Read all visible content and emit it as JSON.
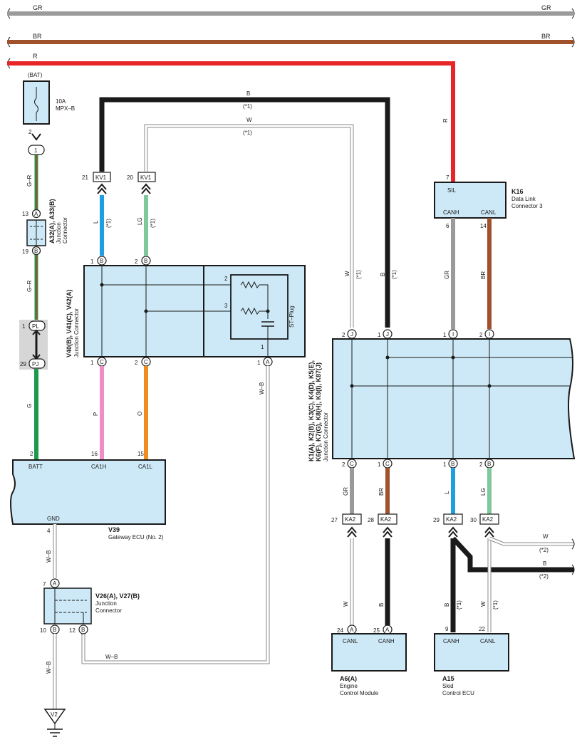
{
  "wire_colors": {
    "GR": "#9a9a9a",
    "BR": "#a0522d",
    "R": "#e8262a",
    "B": "#1a1a1a",
    "W": "#ffffff",
    "L": "#1ea0e0",
    "LG": "#7ec89a",
    "G": "#1a9a4a",
    "P": "#f08cc8",
    "O": "#f08c1e",
    "G-R": "#1a9a4a",
    "W-B": "#ffffff"
  },
  "bus_wires": [
    {
      "color_left": "GR",
      "color_right": "GR"
    },
    {
      "color_left": "BR",
      "color_right": "BR"
    },
    {
      "color_left": "R"
    }
  ],
  "wire_labels": {
    "r_vertical": "R",
    "b_top": "B",
    "b_top_note": "(*1)",
    "w_top": "W",
    "w_top_note": "(*1)",
    "l_kv1": "L",
    "l_kv1_note": "(*1)",
    "lg_kv1": "LG",
    "lg_kv1_note": "(*1)",
    "w_right": "W",
    "w_right_note": "(*1)",
    "b_right": "B",
    "b_right_note": "(*1)",
    "gr_k16": "GR",
    "br_k16": "BR",
    "g_r_top": "G–R",
    "g_r_mid": "G–R",
    "g_bottom": "G",
    "p_label": "P",
    "o_label": "O",
    "w_b_a": "W–B",
    "w_b_gnd": "W–B",
    "w_b_bottom": "W–B",
    "w_b_v2": "W–B",
    "gr_ka2": "GR",
    "br_ka2": "BR",
    "l_ka2": "L",
    "lg_ka2": "LG",
    "w_a6": "W",
    "b_a6": "B",
    "b_a15": "B",
    "b_a15_note": "(*1)",
    "w_a15": "W",
    "w_a15_note": "(*1)",
    "w_branch": "W",
    "w_branch_note": "(*2)",
    "b_branch": "B",
    "b_branch_note": "(*2)"
  },
  "fuse": {
    "bat": "(BAT)",
    "rating": "10A",
    "name": "MPX–B",
    "pin": "2",
    "conn": "1"
  },
  "junction_a32": {
    "pin_top": "13",
    "pin_top_letter": "A",
    "pin_bottom": "19",
    "pin_bottom_letter": "B",
    "id": "A32(A), A33(B)",
    "name": "Junction",
    "name2": "Connector"
  },
  "pl_pj": {
    "top_pin": "1",
    "top_letter": "PL",
    "bottom_pin": "29",
    "bottom_letter": "PJ"
  },
  "kv1_left": {
    "pin": "21",
    "label": "KV1"
  },
  "kv1_right": {
    "pin": "20",
    "label": "KV1"
  },
  "junction_v40": {
    "id": "V40(B), V41(C), V42(A)",
    "name": "Junction Connector",
    "pin_b1": "1",
    "pin_b1_letter": "B",
    "pin_b2": "2",
    "pin_b2_letter": "B",
    "pin_c1": "1",
    "pin_c1_letter": "C",
    "pin_c2": "2",
    "pin_c2_letter": "C",
    "pin_a1": "1",
    "pin_a1_letter": "A",
    "st_plug": "ST–Plug",
    "res_pin_2": "2",
    "res_pin_3": "3",
    "res_pin_1": "1"
  },
  "gateway": {
    "id": "V39",
    "name": "Gateway ECU (No. 2)",
    "batt": "BATT",
    "batt_pin": "2",
    "ca1h": "CA1H",
    "ca1h_pin": "16",
    "ca1l": "CA1L",
    "ca1l_pin": "15",
    "gnd": "GND",
    "gnd_pin": "4"
  },
  "junction_v26": {
    "id": "V26(A), V27(B)",
    "name": "Junction",
    "name2": "Connector",
    "pin_top": "7",
    "pin_top_letter": "A",
    "pin_bl": "10",
    "pin_bl_letter": "B",
    "pin_br": "12",
    "pin_br_letter": "B"
  },
  "ground": {
    "label": "V2"
  },
  "k16": {
    "id": "K16",
    "name": "Data Link",
    "name2": "Connector 3",
    "sil": "SIL",
    "sil_pin": "7",
    "canh": "CANH",
    "canh_pin": "6",
    "canl": "CANL",
    "canl_pin": "14"
  },
  "junction_k1": {
    "id": "K1(A), K2(B), K3(C), K4(D), K5(E),",
    "id2": "K6(F), K7(G), K8(H), K9(I), K87(J)",
    "name": "Junction Connector",
    "top_pins": [
      {
        "pin": "2",
        "letter": "J"
      },
      {
        "pin": "1",
        "letter": "J"
      },
      {
        "pin": "1",
        "letter": "I"
      },
      {
        "pin": "2",
        "letter": "I"
      }
    ],
    "bottom_pins": [
      {
        "pin": "2",
        "letter": "C"
      },
      {
        "pin": "1",
        "letter": "C"
      },
      {
        "pin": "1",
        "letter": "B"
      },
      {
        "pin": "2",
        "letter": "B"
      }
    ]
  },
  "ka2": [
    {
      "pin": "27",
      "label": "KA2"
    },
    {
      "pin": "28",
      "label": "KA2"
    },
    {
      "pin": "29",
      "label": "KA2"
    },
    {
      "pin": "30",
      "label": "KA2"
    }
  ],
  "a6": {
    "id": "A6(A)",
    "name": "Engine",
    "name2": "Control Module",
    "canl": "CANL",
    "canl_pin": "24",
    "canl_letter": "A",
    "canh": "CANH",
    "canh_pin": "25",
    "canh_letter": "A"
  },
  "a15": {
    "id": "A15",
    "name": "Skid",
    "name2": "Control ECU",
    "canh": "CANH",
    "canh_pin": "9",
    "canl": "CANL",
    "canl_pin": "22"
  }
}
